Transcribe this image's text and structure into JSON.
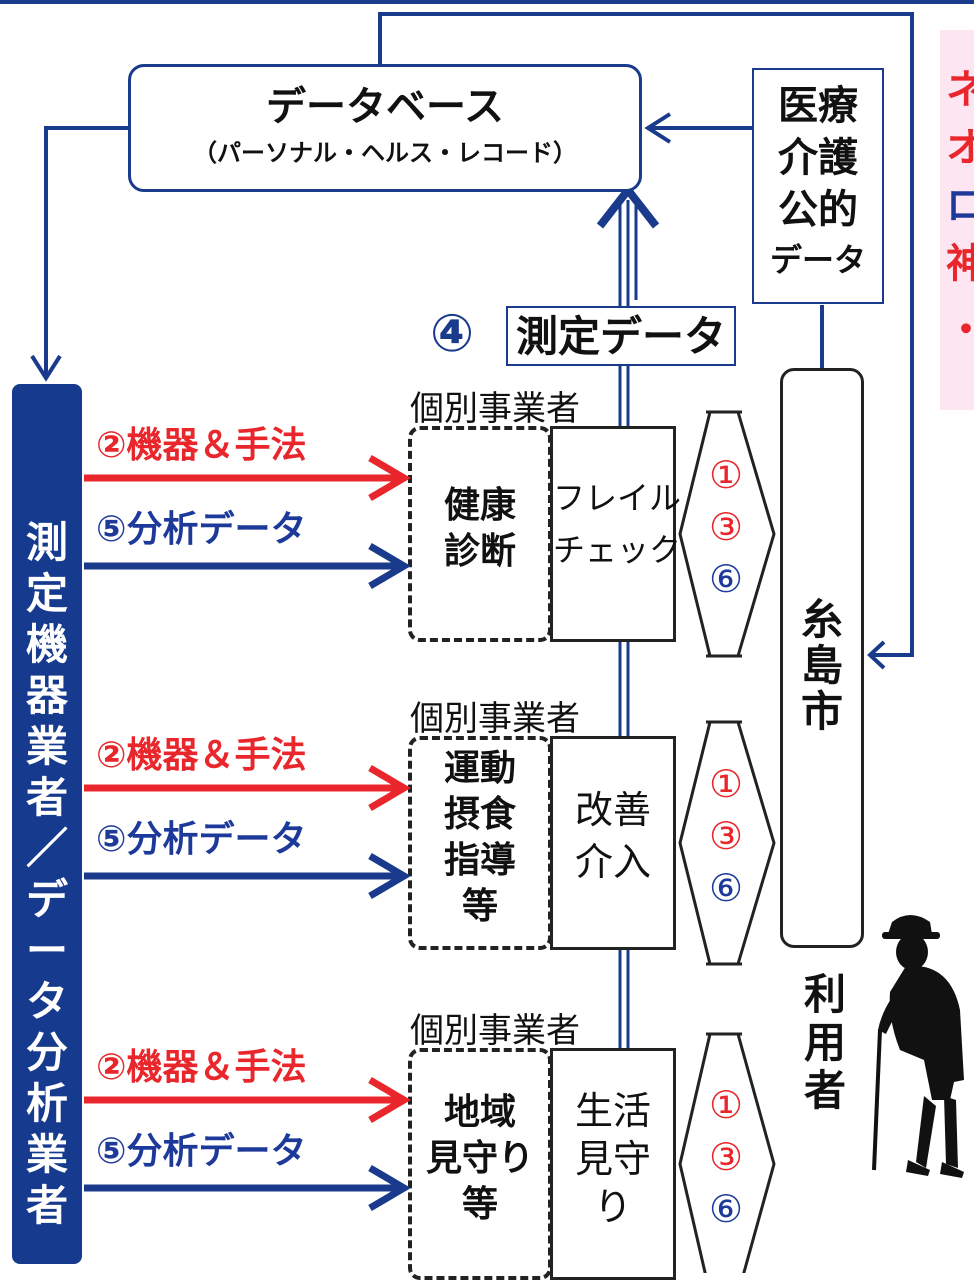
{
  "database": {
    "title": "データベース",
    "subtitle": "（パーソナル・ヘルス・レコード）"
  },
  "public_data": {
    "lines": [
      "医療",
      "介護",
      "公的",
      "データ"
    ]
  },
  "measurement": {
    "number": "④",
    "label": "測定データ"
  },
  "vendor": {
    "lines": [
      "測",
      "定",
      "機",
      "器",
      "業",
      "者",
      "／",
      "デ",
      "ー",
      "タ",
      "分",
      "析",
      "業",
      "者"
    ]
  },
  "city": {
    "lines": [
      "糸",
      "島",
      "市"
    ]
  },
  "user": {
    "lines": [
      "利",
      "用",
      "者"
    ]
  },
  "partial_text": [
    "ネ",
    "オ",
    "ロ",
    "神",
    "・"
  ],
  "rows": [
    {
      "operator_label": "個別事業者",
      "arrow_red_label": "②機器＆手法",
      "arrow_blue_label": "⑤分析データ",
      "service_lines": [
        "健康",
        "診断"
      ],
      "action_lines": [
        "フレイル",
        "チェック"
      ],
      "badges": [
        "①",
        "③",
        "⑥"
      ]
    },
    {
      "operator_label": "個別事業者",
      "arrow_red_label": "②機器＆手法",
      "arrow_blue_label": "⑤分析データ",
      "service_lines": [
        "運動",
        "摂食",
        "指導",
        "等"
      ],
      "action_lines": [
        "改善",
        "介入"
      ],
      "badges": [
        "①",
        "③",
        "⑥"
      ]
    },
    {
      "operator_label": "個別事業者",
      "arrow_red_label": "②機器＆手法",
      "arrow_blue_label": "⑤分析データ",
      "service_lines": [
        "地域",
        "見守り",
        "等"
      ],
      "action_lines": [
        "生活",
        "見守",
        "り"
      ],
      "badges": [
        "①",
        "③",
        "⑥"
      ]
    }
  ],
  "colors": {
    "navy": "#1a3a8c",
    "red": "#e8262b",
    "blue_text": "#1d3a9a",
    "pink_panel": "#fde6f1"
  }
}
